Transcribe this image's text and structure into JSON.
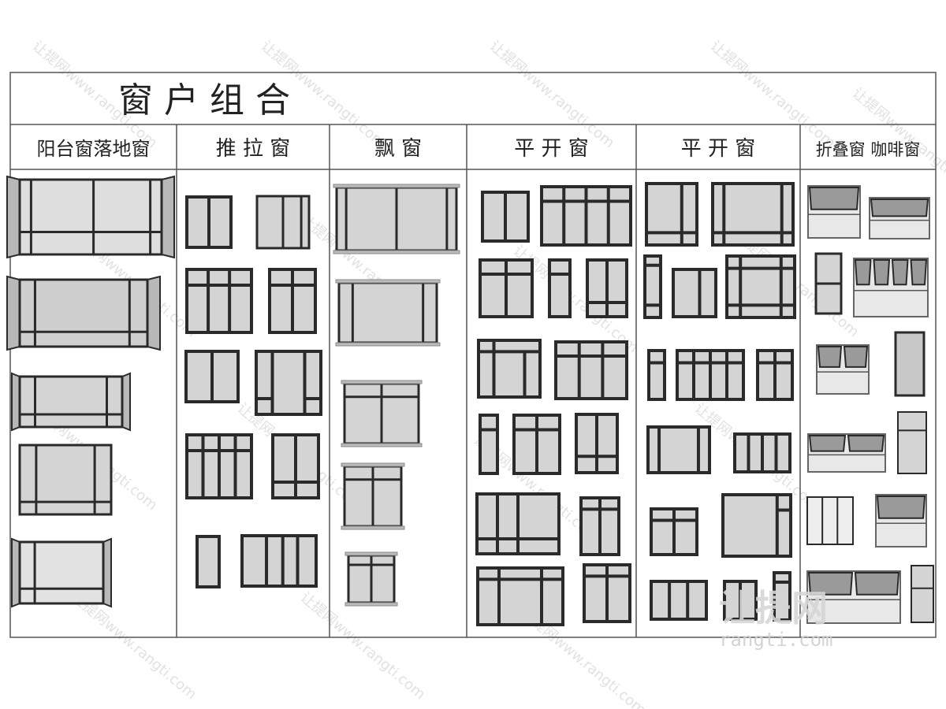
{
  "title": "窗 户 组 合",
  "columns": [
    {
      "label": "阳台窗落地窗"
    },
    {
      "label": "推 拉 窗"
    },
    {
      "label": "飘 窗"
    },
    {
      "label": "平 开 窗"
    },
    {
      "label": "平 开 窗"
    },
    {
      "label": "折叠窗 咖啡窗"
    }
  ],
  "watermark": {
    "logo": "让提网",
    "url": "rangti.com",
    "tile_text": "让提网www.rangti.com"
  },
  "colors": {
    "frame": "#2a2a2a",
    "glass": "#d4d4d4",
    "glass_light": "#e8e8e8",
    "border": "#555555"
  }
}
